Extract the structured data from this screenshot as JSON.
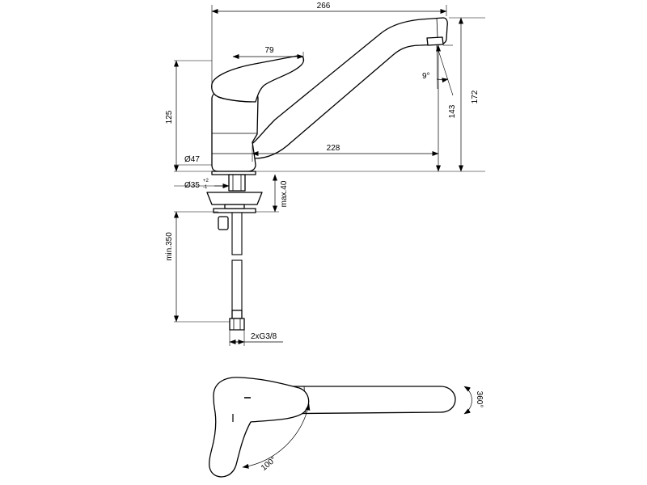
{
  "dimensions": {
    "overall_width": "266",
    "lever_length": "79",
    "spout_angle": "9°",
    "body_height": "125",
    "spout_height": "143",
    "overall_height": "172",
    "spout_reach": "228",
    "body_diameter": "Ø47",
    "hole_diameter": "Ø35",
    "hole_tol_upper": "+2",
    "hole_tol_lower": "-1",
    "max_thickness": "max.40",
    "hose_length": "min.350",
    "connection": "2xG3/8",
    "lever_rotation": "100°",
    "spout_rotation": "360°"
  }
}
